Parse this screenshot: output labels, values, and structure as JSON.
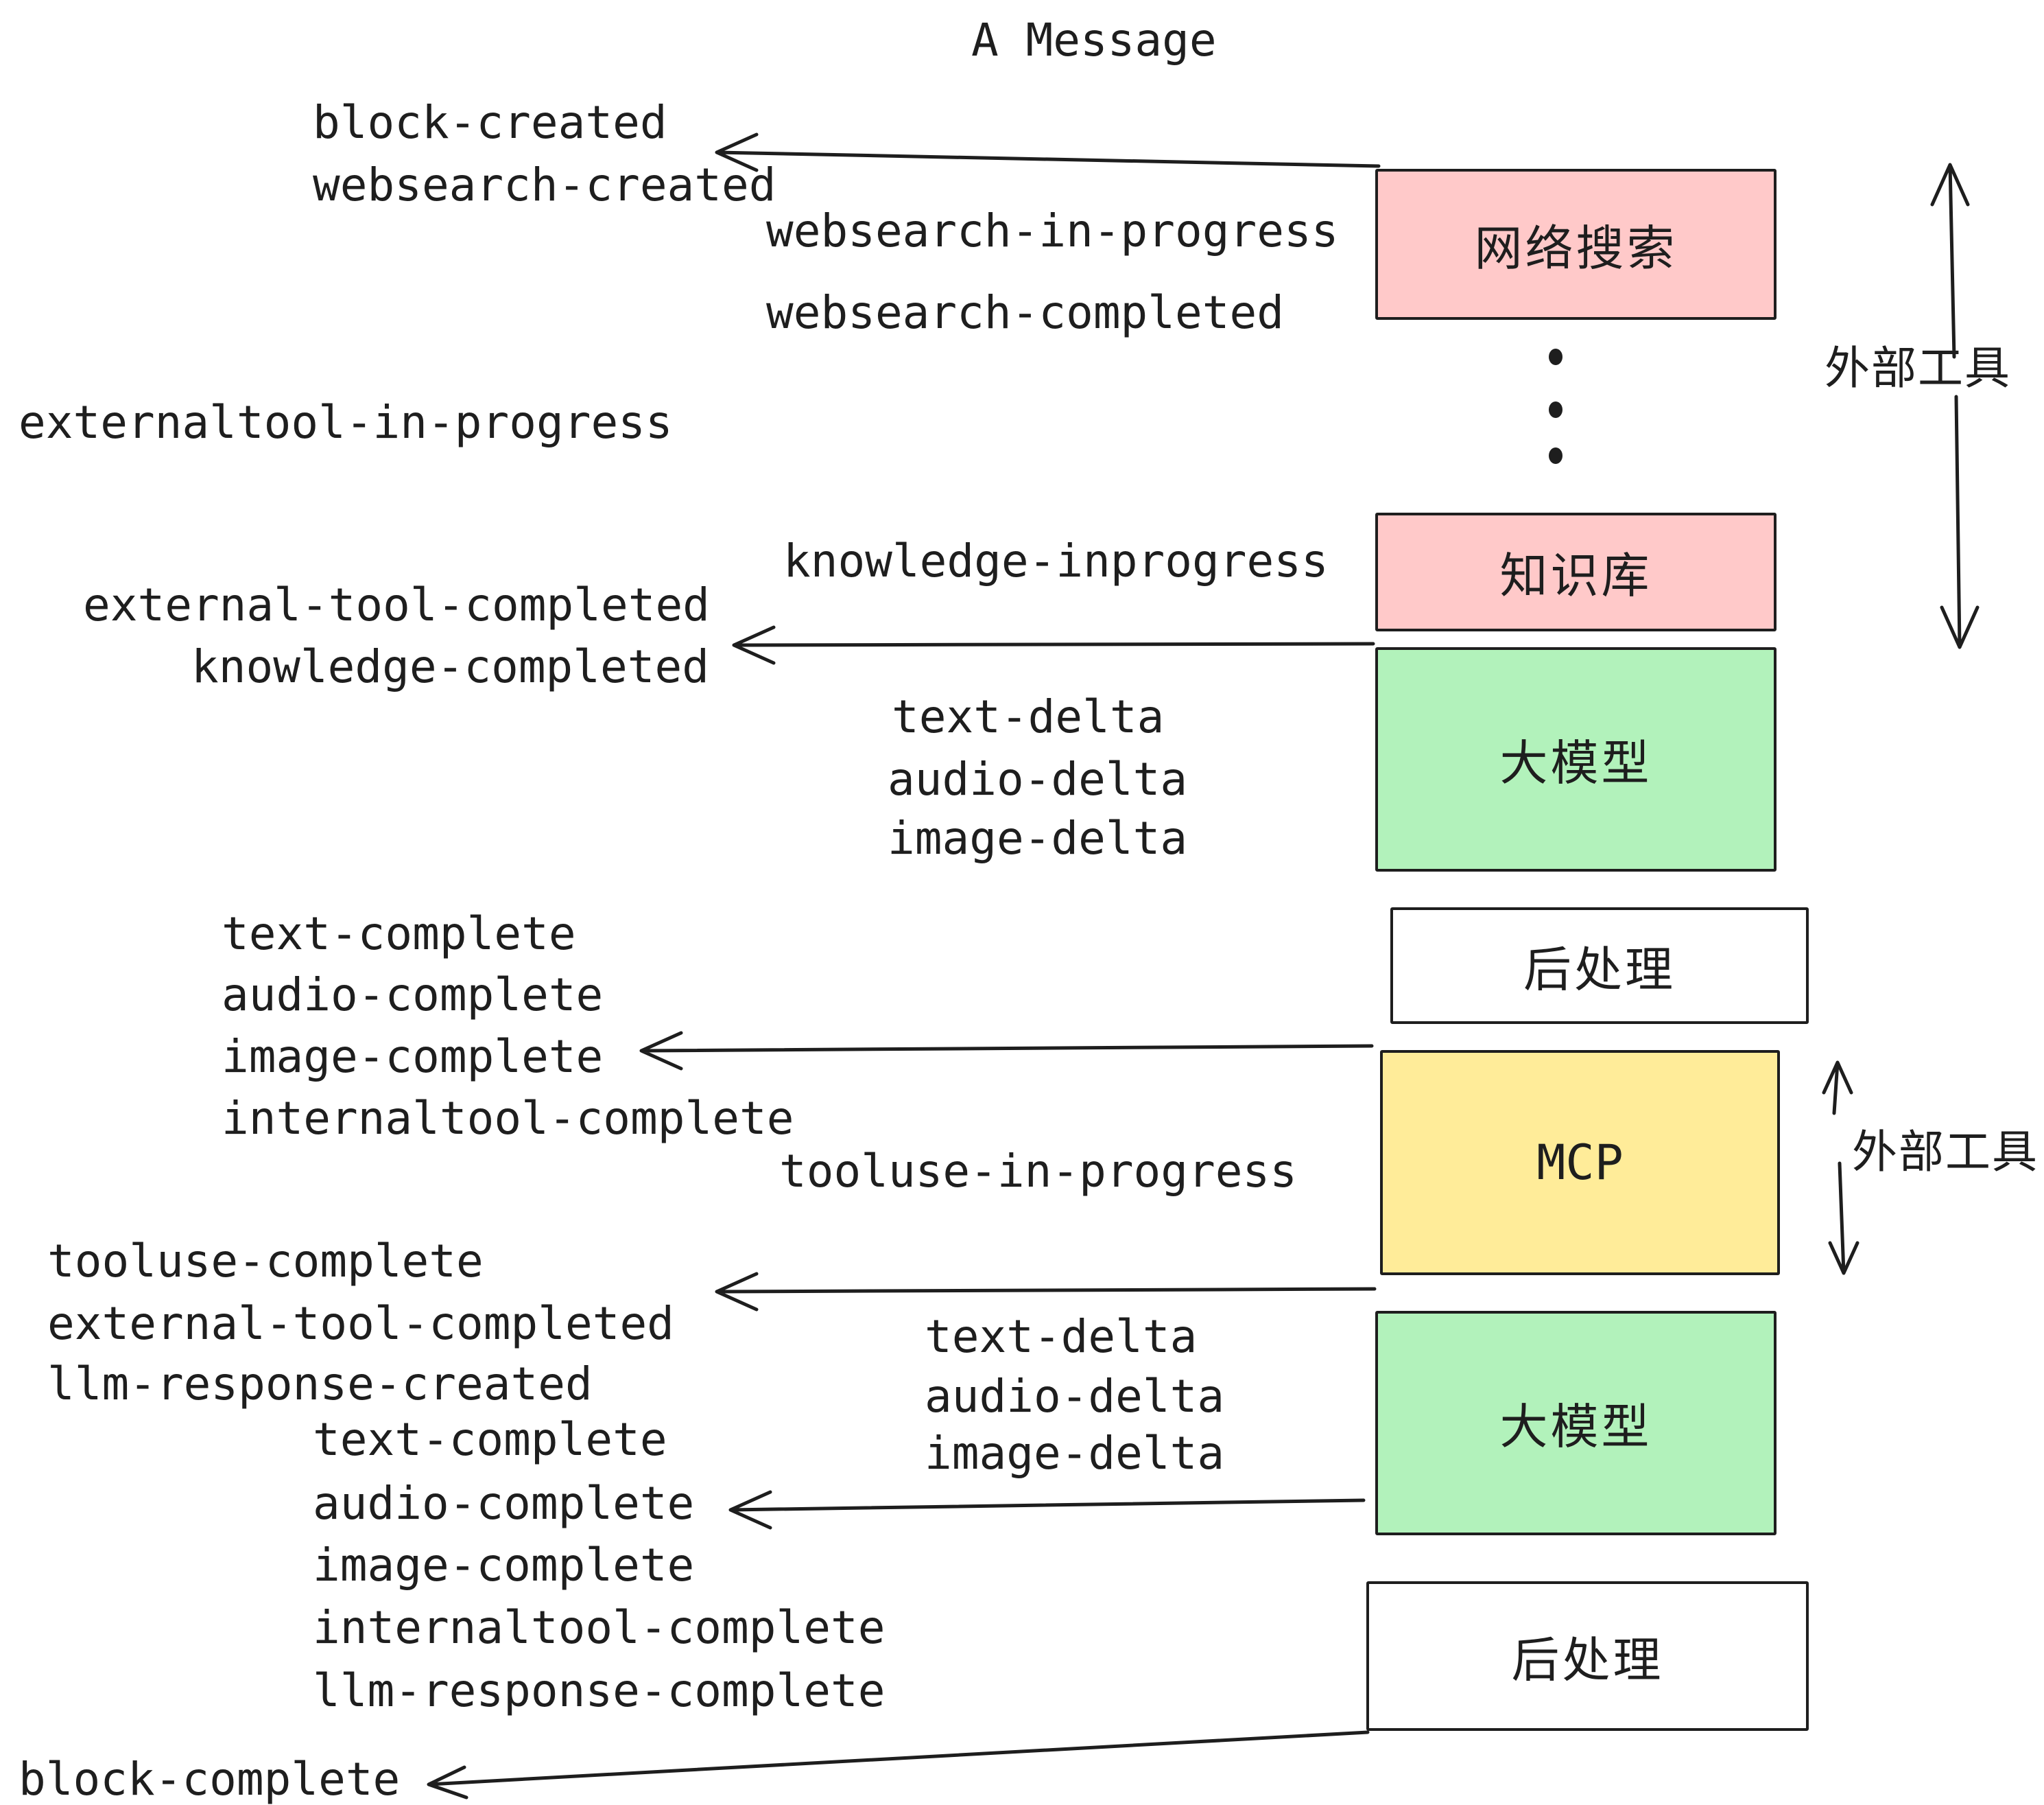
{
  "title": "A Message",
  "colors": {
    "ink": "#1e1e1e",
    "box_pink": "#ffc9c9",
    "box_green": "#b2f2bb",
    "box_yellow": "#ffec99",
    "box_white": "#ffffff",
    "background": "#ffffff"
  },
  "boxes": [
    {
      "id": "websearch",
      "label": "网络搜索",
      "fill": "#ffc9c9"
    },
    {
      "id": "knowledge",
      "label": "知识库",
      "fill": "#ffc9c9"
    },
    {
      "id": "llm-1",
      "label": "大模型",
      "fill": "#b2f2bb"
    },
    {
      "id": "postprocess-1",
      "label": "后处理",
      "fill": "#ffffff"
    },
    {
      "id": "mcp",
      "label": "MCP",
      "fill": "#ffec99"
    },
    {
      "id": "llm-2",
      "label": "大模型",
      "fill": "#b2f2bb"
    },
    {
      "id": "postprocess-2",
      "label": "后处理",
      "fill": "#ffffff"
    }
  ],
  "annotations": [
    {
      "id": "external-tools-1",
      "label": "外部工具"
    },
    {
      "id": "external-tools-2",
      "label": "外部工具"
    }
  ],
  "events": [
    {
      "text": "block-created"
    },
    {
      "text": "websearch-created"
    },
    {
      "text": "websearch-in-progress"
    },
    {
      "text": "websearch-completed"
    },
    {
      "text": "externaltool-in-progress"
    },
    {
      "text": "knowledge-inprogress"
    },
    {
      "text": "external-tool-completed"
    },
    {
      "text": "knowledge-completed"
    },
    {
      "text": "text-delta"
    },
    {
      "text": "audio-delta"
    },
    {
      "text": "image-delta"
    },
    {
      "text": "text-complete"
    },
    {
      "text": "audio-complete"
    },
    {
      "text": "image-complete"
    },
    {
      "text": "internaltool-complete"
    },
    {
      "text": "tooluse-in-progress"
    },
    {
      "text": "tooluse-complete"
    },
    {
      "text": "external-tool-completed"
    },
    {
      "text": "llm-response-created"
    },
    {
      "text": "text-complete"
    },
    {
      "text": "text-delta"
    },
    {
      "text": "audio-delta"
    },
    {
      "text": "image-delta"
    },
    {
      "text": "audio-complete"
    },
    {
      "text": "image-complete"
    },
    {
      "text": "internaltool-complete"
    },
    {
      "text": "llm-response-complete"
    },
    {
      "text": "block-complete"
    }
  ]
}
